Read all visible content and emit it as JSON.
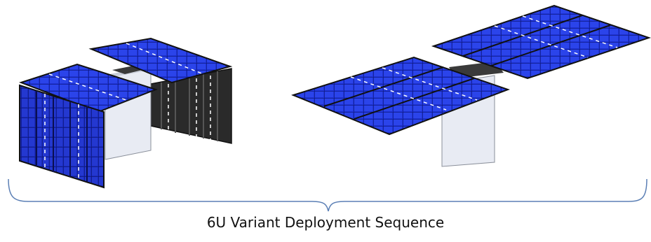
{
  "caption": "6U Variant Deployment Sequence",
  "illustrations": [
    {
      "name": "partially-deployed-satellite",
      "stage": 1
    },
    {
      "name": "fully-deployed-satellite",
      "stage": 2
    }
  ],
  "colors": {
    "cell_blue": "#1f33d6",
    "cell_blue_light": "#3a5cf5",
    "cell_blue_dark": "#0d1780",
    "panel_black": "#2a2a2a",
    "bus_light": "#e8ebf3",
    "bus_shade": "#b9bfcc",
    "bracket": "#5b7fb5"
  }
}
